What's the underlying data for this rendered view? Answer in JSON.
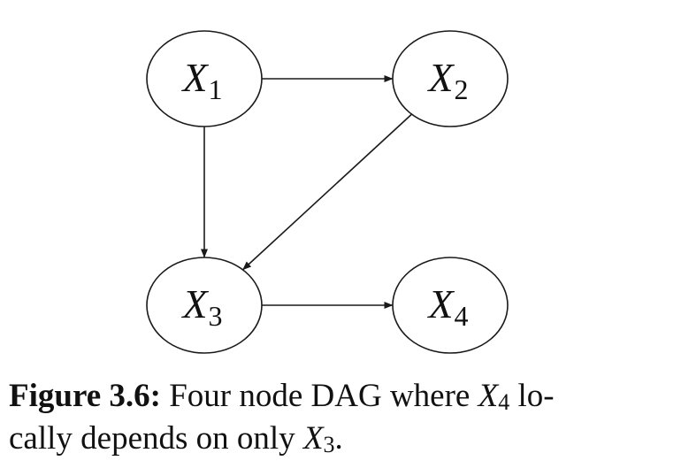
{
  "diagram": {
    "nodes": [
      {
        "id": "x1",
        "symbol": "X",
        "index": "1"
      },
      {
        "id": "x2",
        "symbol": "X",
        "index": "2"
      },
      {
        "id": "x3",
        "symbol": "X",
        "index": "3"
      },
      {
        "id": "x4",
        "symbol": "X",
        "index": "4"
      }
    ],
    "edges": [
      {
        "from": "x1",
        "to": "x2"
      },
      {
        "from": "x1",
        "to": "x3"
      },
      {
        "from": "x2",
        "to": "x3"
      },
      {
        "from": "x3",
        "to": "x4"
      }
    ]
  },
  "caption": {
    "lead": "Figure 3.6:",
    "line1_text": " Four node DAG where ",
    "line1_math_symbol": "X",
    "line1_math_index": "4",
    "line1_tail": " lo-",
    "line2_text": "cally depends on only ",
    "line2_math_symbol": "X",
    "line2_math_index": "3",
    "line2_tail": "."
  }
}
